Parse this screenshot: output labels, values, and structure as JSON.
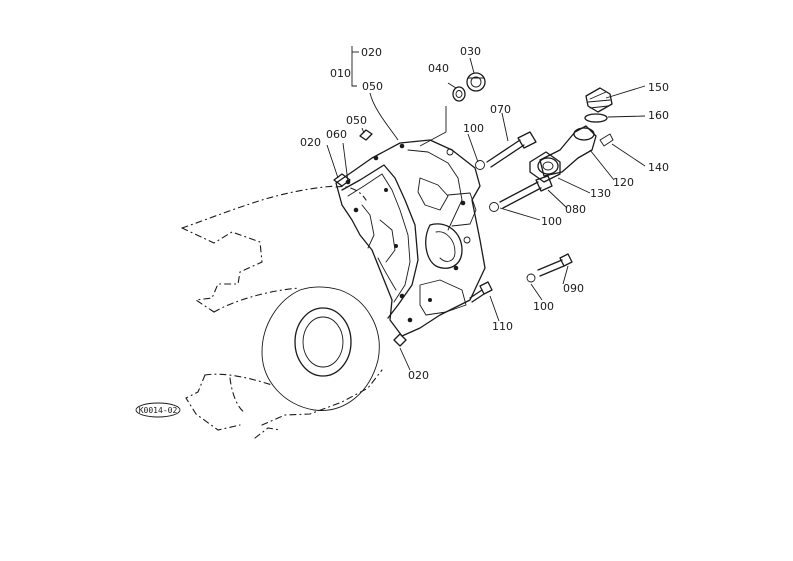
{
  "diagram": {
    "reference_code": "K0014-02",
    "part_labels": [
      {
        "id": "p010",
        "text": "010"
      },
      {
        "id": "p020a",
        "text": "020"
      },
      {
        "id": "p050a",
        "text": "050"
      },
      {
        "id": "p030",
        "text": "030"
      },
      {
        "id": "p040",
        "text": "040"
      },
      {
        "id": "p050b",
        "text": "050"
      },
      {
        "id": "p060",
        "text": "060"
      },
      {
        "id": "p020b",
        "text": "020"
      },
      {
        "id": "p070",
        "text": "070"
      },
      {
        "id": "p100a",
        "text": "100"
      },
      {
        "id": "p150",
        "text": "150"
      },
      {
        "id": "p160",
        "text": "160"
      },
      {
        "id": "p140",
        "text": "140"
      },
      {
        "id": "p120",
        "text": "120"
      },
      {
        "id": "p130",
        "text": "130"
      },
      {
        "id": "p080",
        "text": "080"
      },
      {
        "id": "p100b",
        "text": "100"
      },
      {
        "id": "p090",
        "text": "090"
      },
      {
        "id": "p100c",
        "text": "100"
      },
      {
        "id": "p110",
        "text": "110"
      },
      {
        "id": "p020c",
        "text": "020"
      }
    ]
  }
}
